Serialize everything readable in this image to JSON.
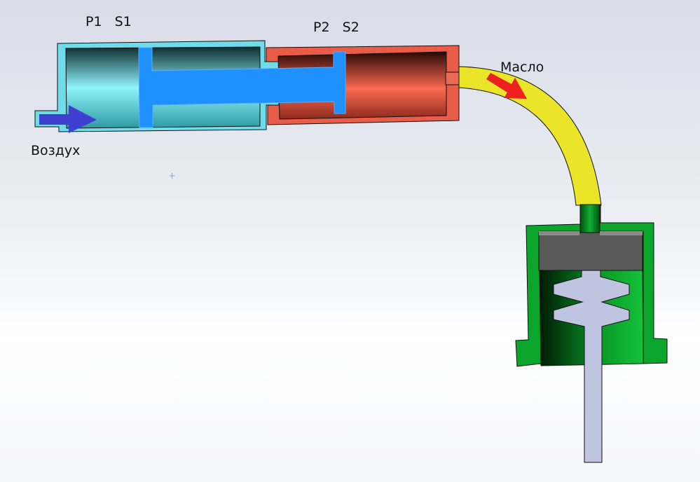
{
  "labels": {
    "stage1": "P1   S1",
    "stage2": "P2   S2",
    "oil": "Масло",
    "air": "Воздух"
  },
  "colors": {
    "air_cylinder": "#6fdcea",
    "oil_cylinder": "#e95c48",
    "piston": "#1e90ff",
    "oil_line": "#ebe52a",
    "actuator": "#0aa52a",
    "air_arrow": "#4040d0",
    "oil_arrow": "#ee2020"
  }
}
